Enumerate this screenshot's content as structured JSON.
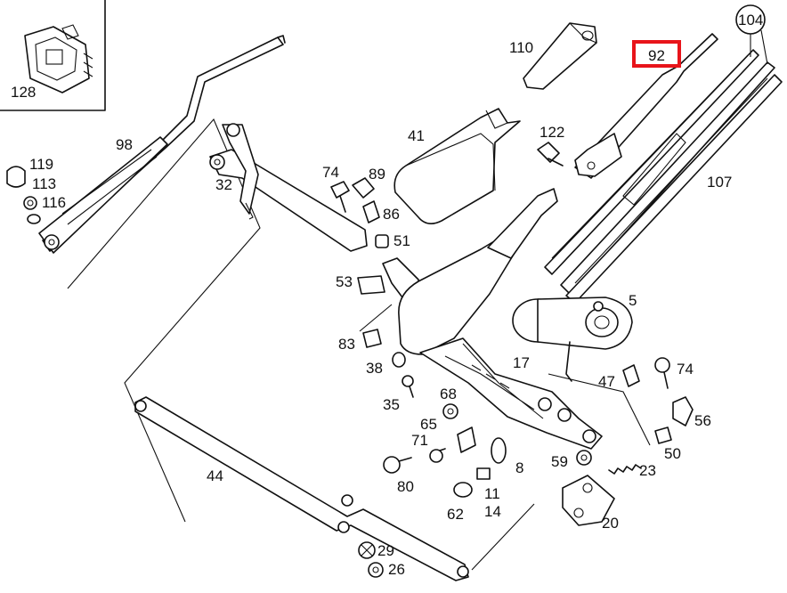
{
  "highlight_color": "#e8141a",
  "labels": {
    "l128": "128",
    "l110": "110",
    "l92": "92",
    "l104": "104",
    "l98": "98",
    "l41": "41",
    "l122": "122",
    "l119": "119",
    "l113": "113",
    "l116": "116",
    "l32": "32",
    "l74a": "74",
    "l89": "89",
    "l86": "86",
    "l51": "51",
    "l107": "107",
    "l53": "53",
    "l5": "5",
    "l83": "83",
    "l38": "38",
    "l17": "17",
    "l74b": "74",
    "l47": "47",
    "l35": "35",
    "l68": "68",
    "l56": "56",
    "l65": "65",
    "l71": "71",
    "l50": "50",
    "l44": "44",
    "l59": "59",
    "l8": "8",
    "l23": "23",
    "l80": "80",
    "l11": "11",
    "l62": "62",
    "l14": "14",
    "l20": "20",
    "l29": "29",
    "l26": "26"
  }
}
